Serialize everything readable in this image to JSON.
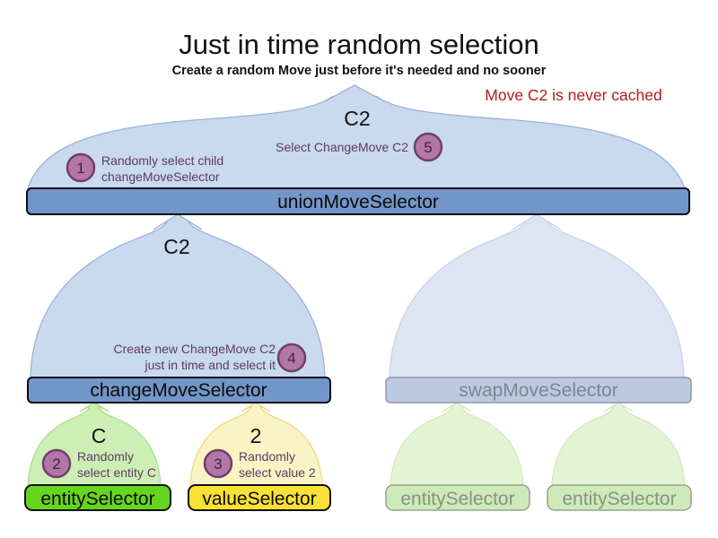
{
  "title": "Just in time random selection",
  "subtitle": "Create a random Move just before it's needed and no sooner",
  "note": {
    "text": "Move C2 is never cached"
  },
  "selectors": {
    "union": {
      "label": "unionMoveSelector",
      "output_label": "C2"
    },
    "change": {
      "label": "changeMoveSelector",
      "output_label": "C2"
    },
    "swap": {
      "label": "swapMoveSelector"
    },
    "entity": {
      "label": "entitySelector",
      "output_label": "C"
    },
    "value": {
      "label": "valueSelector",
      "output_label": "2"
    },
    "entity_faded_1": {
      "label": "entitySelector"
    },
    "entity_faded_2": {
      "label": "entitySelector"
    }
  },
  "steps": [
    {
      "num": "1",
      "text_line1": "Randomly select child",
      "text_line2": "changeMoveSelector"
    },
    {
      "num": "2",
      "text_line1": "Randomly",
      "text_line2": "select entity C"
    },
    {
      "num": "3",
      "text_line1": "Randomly",
      "text_line2": "select value 2"
    },
    {
      "num": "4",
      "text_line1": "Create new ChangeMove C2",
      "text_line2": "just in time and select it"
    },
    {
      "num": "5",
      "text_line1": "Select ChangeMove C2"
    }
  ],
  "colors": {
    "dome_blue": "#c9d9ee",
    "dome_blue_stroke": "#9db3d6",
    "dome_blue_faded": "#dde5f4",
    "dome_blue_faded_stroke": "#cad3e9",
    "bar_blue": "#7296c8",
    "bar_blue_faded": "#bcc9e1",
    "bar_green": "#66d51f",
    "bar_yellow": "#f9e136",
    "bar_green_faded": "#cfeab9",
    "dome_green": "#cdeeb4",
    "dome_green_stroke": "#a9dc8c",
    "dome_yellow": "#faf3c5",
    "dome_yellow_stroke": "#e9da7a",
    "dome_green_faded": "#e3f4d4",
    "dome_green_faded_stroke": "#d2e9c0",
    "step_circle_fill": "#b277a8",
    "step_circle_stroke": "#6f4068",
    "annotation_text": "#5e3a64",
    "note_red": "#b01c1c"
  }
}
